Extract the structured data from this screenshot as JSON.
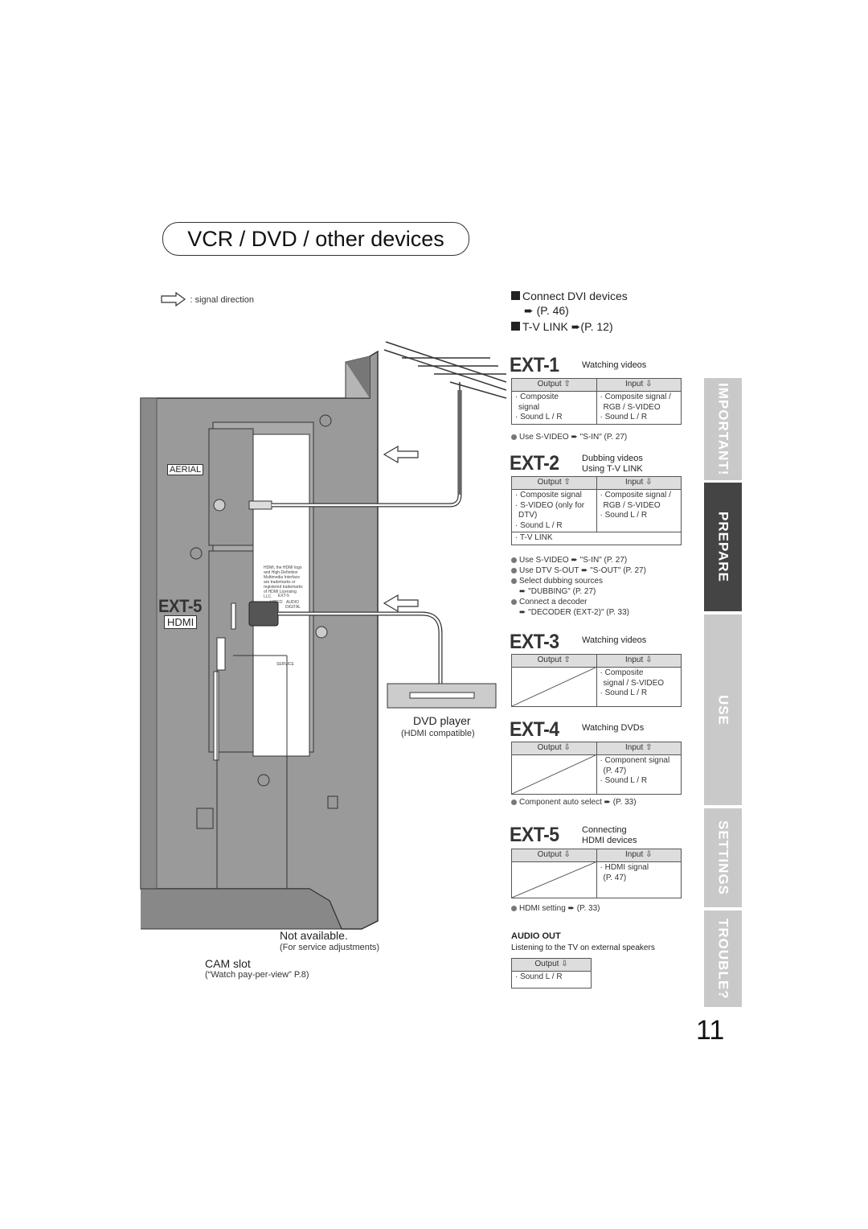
{
  "title": "VCR / DVD / other devices",
  "legend": {
    "text": ": signal direction"
  },
  "connect_dvi": {
    "label": "Connect DVI devices",
    "ref": "(P. 46)"
  },
  "tvlink": {
    "label": "T-V LINK",
    "ref": "(P. 12)"
  },
  "diagram": {
    "aerial": "AERIAL",
    "ext5": "EXT-5",
    "hdmi": "HDMI",
    "dvd_player": "DVD player",
    "hdmi_compatible": "(HDMI compatible)",
    "not_available": "Not available.",
    "service": "(For service adjustments)",
    "cam_slot": "CAM slot",
    "watch_ppv": "(“Watch pay-per-view” P.8)",
    "panel_text": "HDMI, the HDMI logo and High-Definition Multimedia Interface are trademarks or registered trademarks of HDMI Licensing LLC.",
    "panel_ext5": "EXT-5",
    "panel_video": "VIDEO",
    "panel_audio": "AUDIO",
    "panel_digital": "DIGITAL",
    "panel_service": "SERVICE"
  },
  "ext1": {
    "name": "EXT-1",
    "desc": "Watching videos",
    "out_head": "Output",
    "in_head": "Input",
    "out": [
      "· Composite",
      "  signal",
      "· Sound L / R"
    ],
    "in": [
      "· Composite signal /",
      "  RGB / S-VIDEO",
      "· Sound L / R"
    ],
    "note": "Use S-VIDEO",
    "note_ref": "\"S-IN\" (P. 27)"
  },
  "ext2": {
    "name": "EXT-2",
    "desc1": "Dubbing videos",
    "desc2": "Using T-V LINK",
    "out_head": "Output",
    "in_head": "Input",
    "out": [
      "· Composite signal",
      "· S-VIDEO (only for",
      "  DTV)",
      "· Sound L / R"
    ],
    "in": [
      "· Composite signal /",
      "  RGB / S-VIDEO",
      "· Sound L / R"
    ],
    "tvlink_row": "· T-V LINK",
    "notes": [
      {
        "text": "Use S-VIDEO",
        "ref": "\"S-IN\" (P. 27)"
      },
      {
        "text": "Use DTV S-OUT",
        "ref": "\"S-OUT\" (P. 27)"
      },
      {
        "text": "Select dubbing sources",
        "ref": ""
      },
      {
        "text": "",
        "ref": "\"DUBBING\" (P. 27)"
      },
      {
        "text": "Connect a decoder",
        "ref": ""
      },
      {
        "text": "",
        "ref": "\"DECODER (EXT-2)\" (P. 33)"
      }
    ]
  },
  "ext3": {
    "name": "EXT-3",
    "desc": "Watching videos",
    "out_head": "Output",
    "in_head": "Input",
    "in": [
      "· Composite",
      "  signal / S-VIDEO",
      "· Sound L / R"
    ]
  },
  "ext4": {
    "name": "EXT-4",
    "desc": "Watching DVDs",
    "out_head": "Output",
    "in_head": "Input",
    "in": [
      "· Component signal",
      "  (P. 47)",
      "· Sound L / R"
    ],
    "note": "Component auto select",
    "note_ref": "(P. 33)"
  },
  "ext5": {
    "name": "EXT-5",
    "desc1": "Connecting",
    "desc2": "HDMI devices",
    "out_head": "Output",
    "in_head": "Input",
    "in": [
      "· HDMI signal",
      "  (P. 47)"
    ],
    "note": "HDMI setting",
    "note_ref": "(P. 33)"
  },
  "audio_out": {
    "title": "AUDIO OUT",
    "desc": "Listening to the TV on external speakers",
    "out_head": "Output",
    "out": "· Sound L / R"
  },
  "tabs": [
    "IMPORTANT!",
    "PREPARE",
    "USE",
    "SETTINGS",
    "TROUBLE?"
  ],
  "page_number": "11",
  "colors": {
    "tab_light": "#c9c9c9",
    "tab_dark": "#444444",
    "table_header": "#dddddd"
  }
}
